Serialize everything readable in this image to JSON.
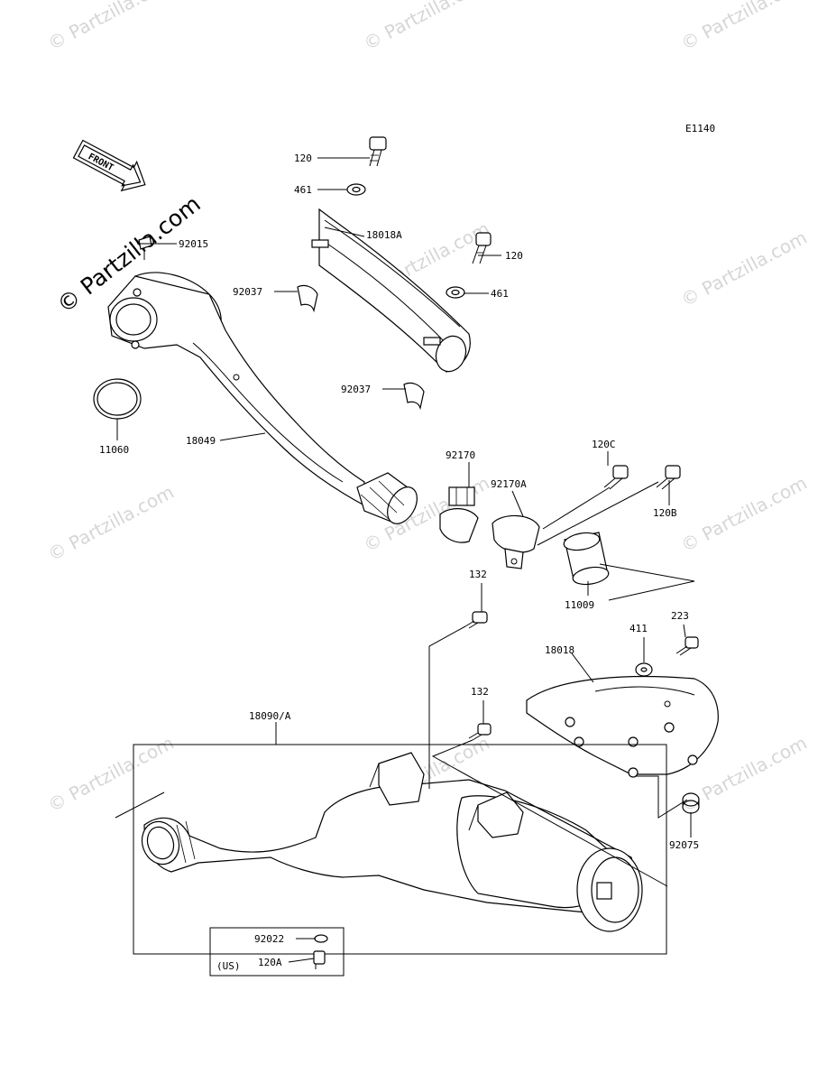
{
  "diagram_code": "E1140",
  "front_label": "FRONT",
  "watermark": "© Partzilla.com",
  "labels": {
    "p92015": "92015",
    "p11060": "11060",
    "p18049": "18049",
    "p120_top": "120",
    "p461_top": "461",
    "p18018A": "18018A",
    "p120_mid": "120",
    "p461_mid": "461",
    "p92037_a": "92037",
    "p92037_b": "92037",
    "p92170": "92170",
    "p92170A": "92170A",
    "p120C": "120C",
    "p120B": "120B",
    "p11009": "11009",
    "p132_a": "132",
    "p411": "411",
    "p223": "223",
    "p18018": "18018",
    "p132_b": "132",
    "p18090A": "18090/A",
    "p92075": "92075",
    "p92022": "92022",
    "p120A": "120A",
    "us_note": "(US)"
  }
}
